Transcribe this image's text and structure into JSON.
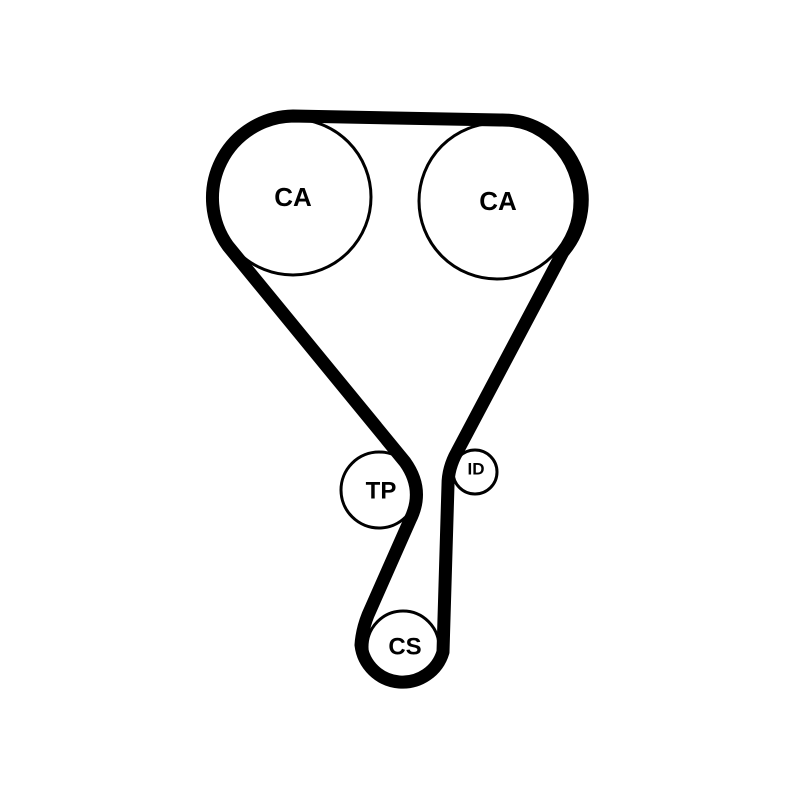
{
  "diagram": {
    "pulleys": [
      {
        "id": "ca-left",
        "label": "CA"
      },
      {
        "id": "ca-right",
        "label": "CA"
      },
      {
        "id": "tp",
        "label": "TP"
      },
      {
        "id": "id",
        "label": "ID"
      },
      {
        "id": "cs",
        "label": "CS"
      }
    ]
  }
}
